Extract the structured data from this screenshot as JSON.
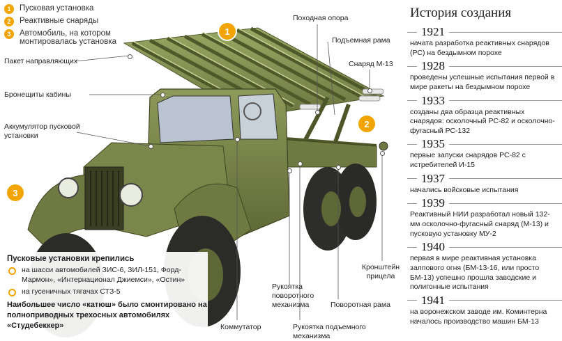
{
  "legend": {
    "items": [
      {
        "num": "1",
        "text": "Пусковая установка"
      },
      {
        "num": "2",
        "text": "Реактивные снаряды"
      },
      {
        "num": "3",
        "text": "Автомобиль, на котором монтировалась установка"
      }
    ]
  },
  "markers": {
    "m1": "1",
    "m2": "2",
    "m3": "3"
  },
  "callouts": {
    "paket": "Пакет направляющих",
    "bronesh": "Бронещиты кабины",
    "akk": "Аккумулятор пусковой установки",
    "pokhod": "Походная опора",
    "podyem": "Подъемная рама",
    "snaryad": "Снаряд М-13",
    "kommut": "Коммутатор",
    "rukpov": "Рукоятка поворотного механизма",
    "rukpod": "Рукоятка подъемного механизма",
    "povrama": "Поворотная рама",
    "kronsh": "Кронштейн прицела"
  },
  "history": {
    "title": "История создания",
    "entries": [
      {
        "year": "1921",
        "text": "начата разработка реактивных снарядов (РС) на бездымном порохе"
      },
      {
        "year": "1928",
        "text": "проведены успешные испытания первой в мире ракеты на бездымном порохе"
      },
      {
        "year": "1933",
        "text": "созданы два образца реактивных снарядов: осколочный РС-82 и осколочно-фугасный РС-132"
      },
      {
        "year": "1935",
        "text": "первые запуски снарядов РС-82 с истребителей И-15"
      },
      {
        "year": "1937",
        "text": "начались войсковые испытания"
      },
      {
        "year": "1939",
        "text": "Реактивный НИИ разработал новый 132-мм осколочно-фугасный снаряд (М-13) и пусковую установку МУ-2"
      },
      {
        "year": "1940",
        "text": "первая в мире реактивная установка залпового огня (БМ-13-16, или просто БМ-13) успешно прошла заводские и полигонные испытания"
      },
      {
        "year": "1941",
        "text": "на воронежском заводе им. Коминтерна началось производство машин БМ-13"
      }
    ]
  },
  "info": {
    "heading": "Пусковые установки крепились",
    "bullets": [
      "на шасси автомобилей ЗИС-6, ЗИЛ-151, Форд-Мармон», «Интернационал Джиемси», «Остин»",
      "на гусеничных тягачах СТЗ-5"
    ],
    "bold": "Наибольшее число «катюш» было смонтировано на полноприводных трехосных автомобилях «Студебеккер»"
  }
}
